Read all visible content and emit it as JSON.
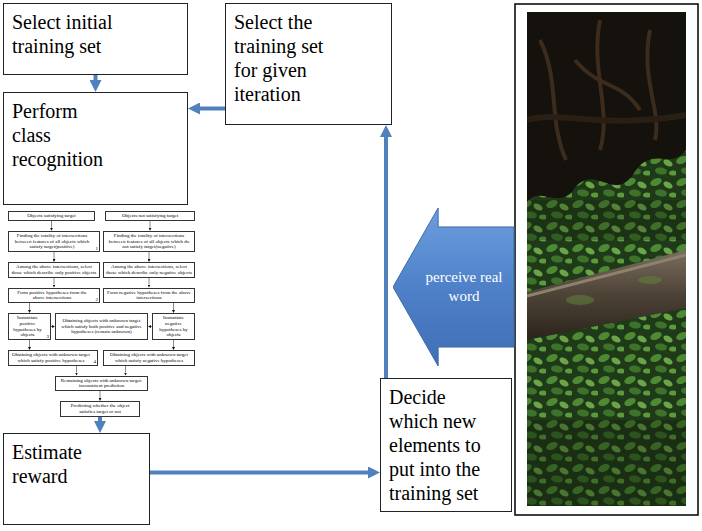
{
  "diagram": {
    "nodes": [
      {
        "text": [
          "Select initial training set"
        ]
      },
      {
        "text": [
          "Select the training set for given iteration"
        ]
      },
      {
        "text": [
          "Perform class recognition"
        ]
      },
      {
        "text": [
          "Objects satisfying target"
        ]
      },
      {
        "text": [
          "Objects not satisfying target"
        ]
      },
      {
        "text": [
          "Finding the totality of intersections between features of all objects which satisfy target(positive)"
        ]
      },
      {
        "text": [
          "Finding the totality of intersections between features of all objects which do not satisfy target(negative)"
        ]
      },
      {
        "text": [
          "Among the above intersections, select those which describe only positive objects"
        ]
      },
      {
        "text": [
          "Among the above intersections, select those which describe only negative objects"
        ]
      },
      {
        "text": [
          "Form positive hypotheses from the above intersections"
        ]
      },
      {
        "text": [
          "Form negative hypotheses from the above intersections"
        ]
      },
      {
        "text": [
          "Instantiate positive hypotheses by objects"
        ]
      },
      {
        "text": [
          "Obtaining objects with unknown target which satisfy both positive and negative hypotheses (remain unknown)"
        ]
      },
      {
        "text": [
          "Instantiate negative hypotheses by objects"
        ]
      },
      {
        "text": [
          "Obtaining objects with unknown target which satisfy positive hypotheses"
        ]
      },
      {
        "text": [
          "Obtaining objects with unknown target which satisfy negative hypotheses"
        ]
      },
      {
        "text": [
          "Remaining objects with unknown target: inconsistent prediction"
        ]
      },
      {
        "text": [
          "Predicting whether the object satisfies target or not"
        ]
      },
      {
        "text": [
          "perceive real word"
        ]
      },
      {
        "text": [
          "Decide which new elements to put into the training set"
        ]
      },
      {
        "text": [
          "Estimate reward"
        ]
      }
    ],
    "edges": [
      {
        "from": 0,
        "to": 2,
        "arrow": "to"
      },
      {
        "from": 1,
        "to": 2,
        "arrow": "to"
      },
      {
        "from": 3,
        "to": 5,
        "arrow": "to"
      },
      {
        "from": 4,
        "to": 6,
        "arrow": "to"
      },
      {
        "from": 5,
        "to": 7,
        "arrow": "to"
      },
      {
        "from": 6,
        "to": 8,
        "arrow": "to"
      },
      {
        "from": 7,
        "to": 9,
        "arrow": "to"
      },
      {
        "from": 8,
        "to": 10,
        "arrow": "to"
      },
      {
        "from": 9,
        "to": 11,
        "arrow": "to"
      },
      {
        "from": 10,
        "to": 13,
        "arrow": "to"
      },
      {
        "from": 11,
        "to": 12,
        "arrow": "to"
      },
      {
        "from": 13,
        "to": 12,
        "arrow": "to"
      },
      {
        "from": 11,
        "to": 14,
        "arrow": "to"
      },
      {
        "from": 13,
        "to": 15,
        "arrow": "to"
      },
      {
        "from": 14,
        "to": 16,
        "arrow": "to"
      },
      {
        "from": 15,
        "to": 16,
        "arrow": "to"
      },
      {
        "from": 16,
        "to": 17,
        "arrow": "to"
      },
      {
        "from": 17,
        "to": 20,
        "arrow": "to"
      },
      {
        "from": 20,
        "to": 19,
        "arrow": "to"
      },
      {
        "from": 19,
        "to": 1,
        "arrow": "to"
      }
    ],
    "labels": [
      "1",
      "2",
      "3",
      "4"
    ]
  }
}
